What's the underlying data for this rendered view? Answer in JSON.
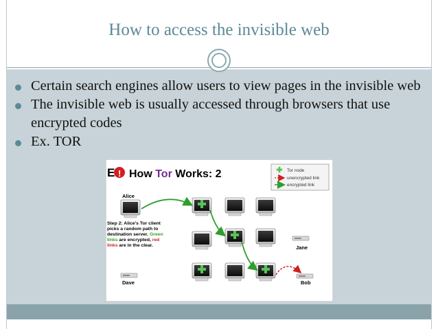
{
  "title": "How to access the invisible web",
  "bullets": [
    "Certain search engines allow users to view pages in the invisible web",
    "The invisible web is usually accessed through browsers that use encrypted codes",
    "Ex. TOR"
  ],
  "figure": {
    "heading_prefix": "How ",
    "heading_tor": "Tor",
    "heading_suffix": " Works: 2",
    "legend": {
      "node": "Tor node",
      "unencrypted": "unencrypted link",
      "encrypted": "encrypted link"
    },
    "names": {
      "alice": "Alice",
      "jane": "Jane",
      "dave": "Dave",
      "bob": "Bob"
    },
    "caption": {
      "line1": "Step 2: Alice's Tor client",
      "line2": "picks a random path to",
      "line3a": "destination server. ",
      "line3b": "Green",
      "line4a": "links",
      "line4b": " are encrypted, ",
      "line4c": "red",
      "line5a": "links",
      "line5b": " are in the clear."
    },
    "colors": {
      "green": "#2e9e2e",
      "red": "#d02020",
      "tor_purple": "#7b2a8e"
    }
  }
}
